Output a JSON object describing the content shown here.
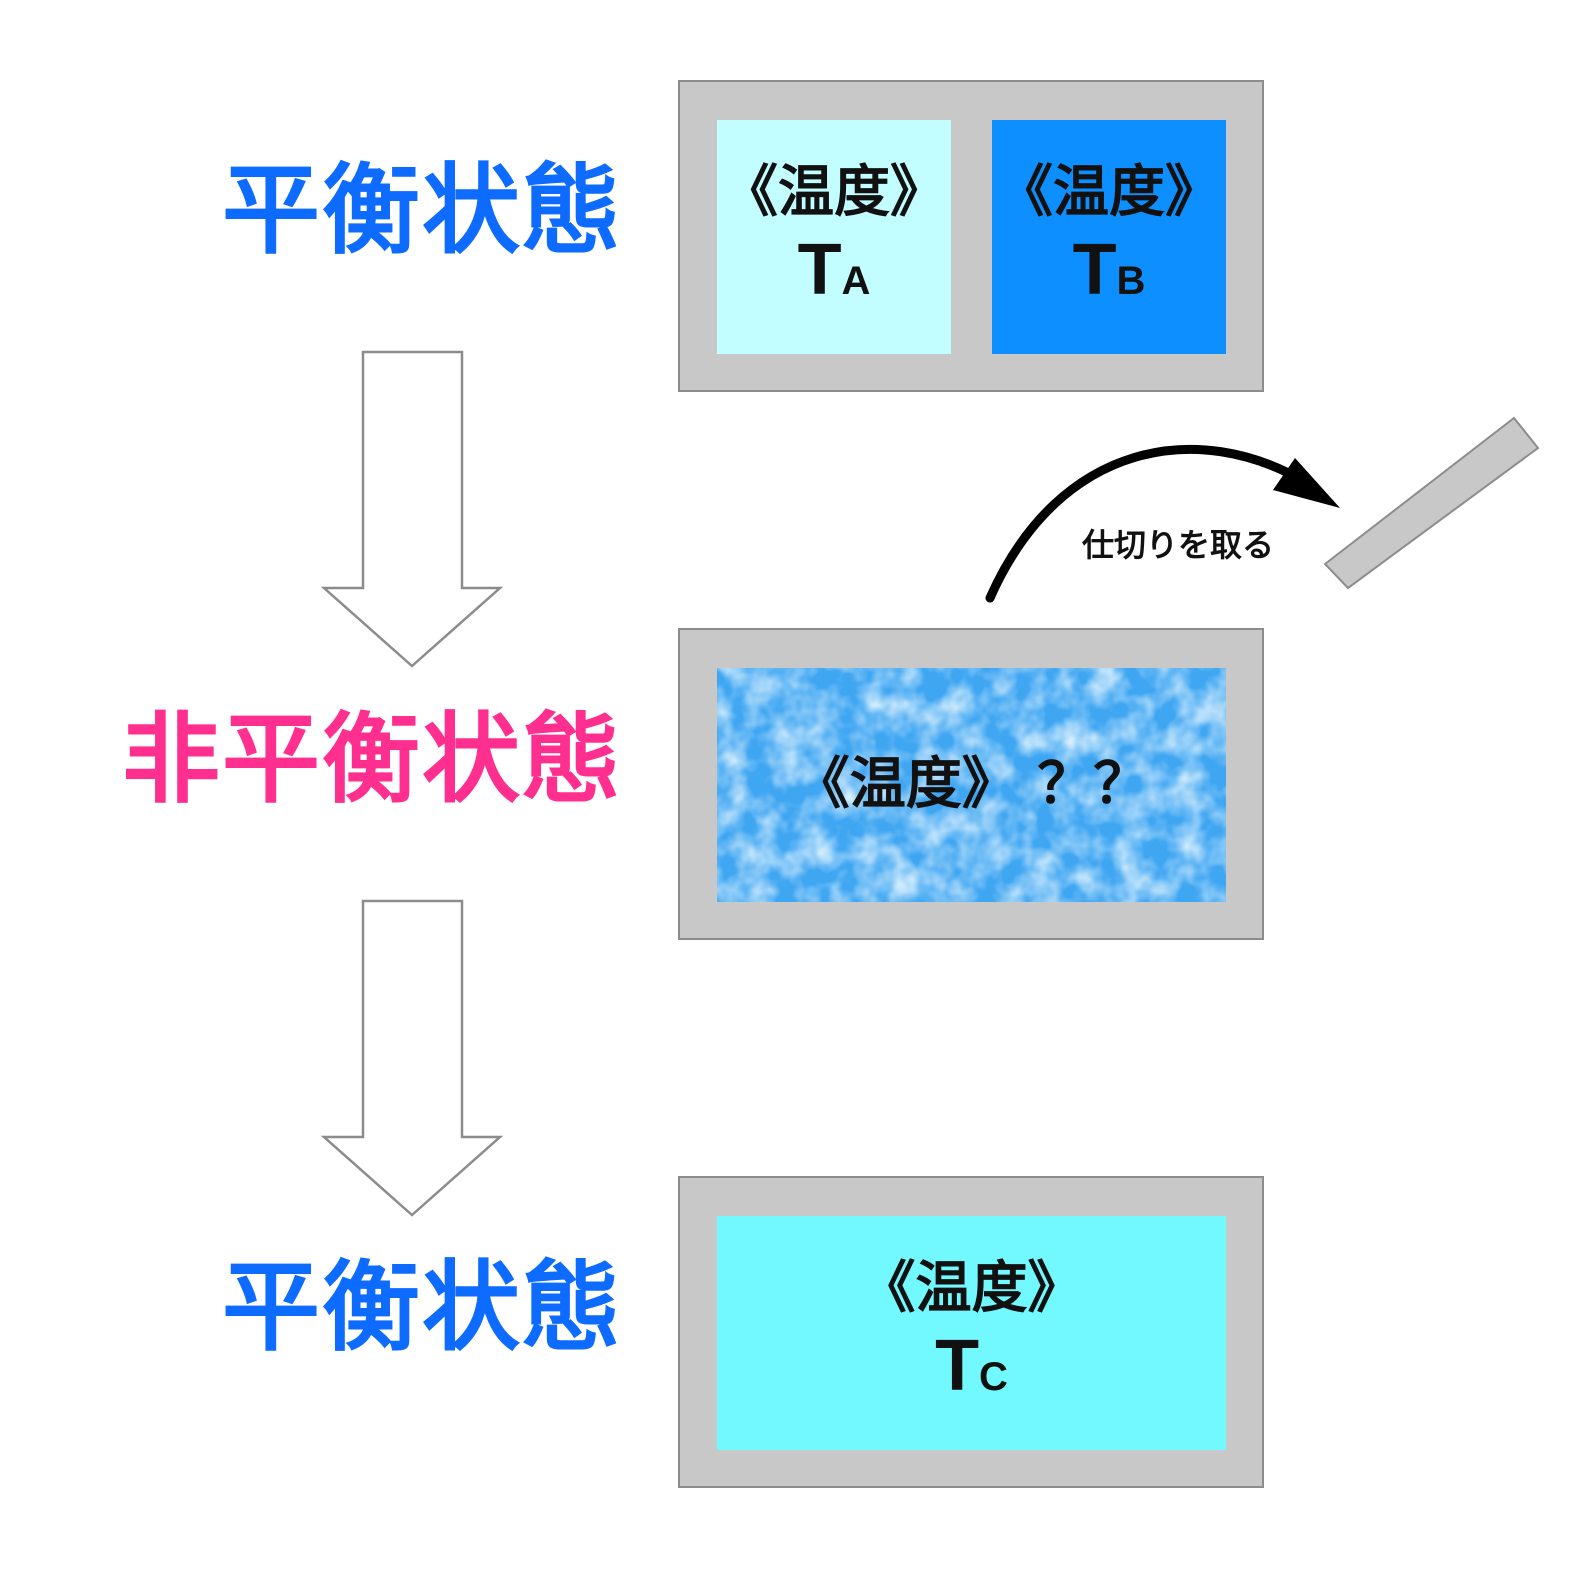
{
  "states": {
    "top": {
      "label": "平衡状態",
      "color": "#0d6bff"
    },
    "middle": {
      "label": "非平衡状態",
      "color": "#ff2f8f"
    },
    "bottom": {
      "label": "平衡状態",
      "color": "#0d6bff"
    }
  },
  "boxes": {
    "top": {
      "left": {
        "keyword": "《温度》",
        "symbol": "T",
        "subscript": "A",
        "fill": "#c2fdff"
      },
      "right": {
        "keyword": "《温度》",
        "symbol": "T",
        "subscript": "B",
        "fill": "#0d8fff"
      }
    },
    "middle": {
      "keyword": "《温度》 ？？",
      "fill": "#3fa6f2"
    },
    "bottom": {
      "keyword": "《温度》",
      "symbol": "T",
      "subscript": "C",
      "fill": "#71f9ff"
    }
  },
  "partition_action": "仕切りを取る",
  "colors": {
    "frame": "#c8c8c8",
    "arrow_outline": "#8c8c8c"
  }
}
